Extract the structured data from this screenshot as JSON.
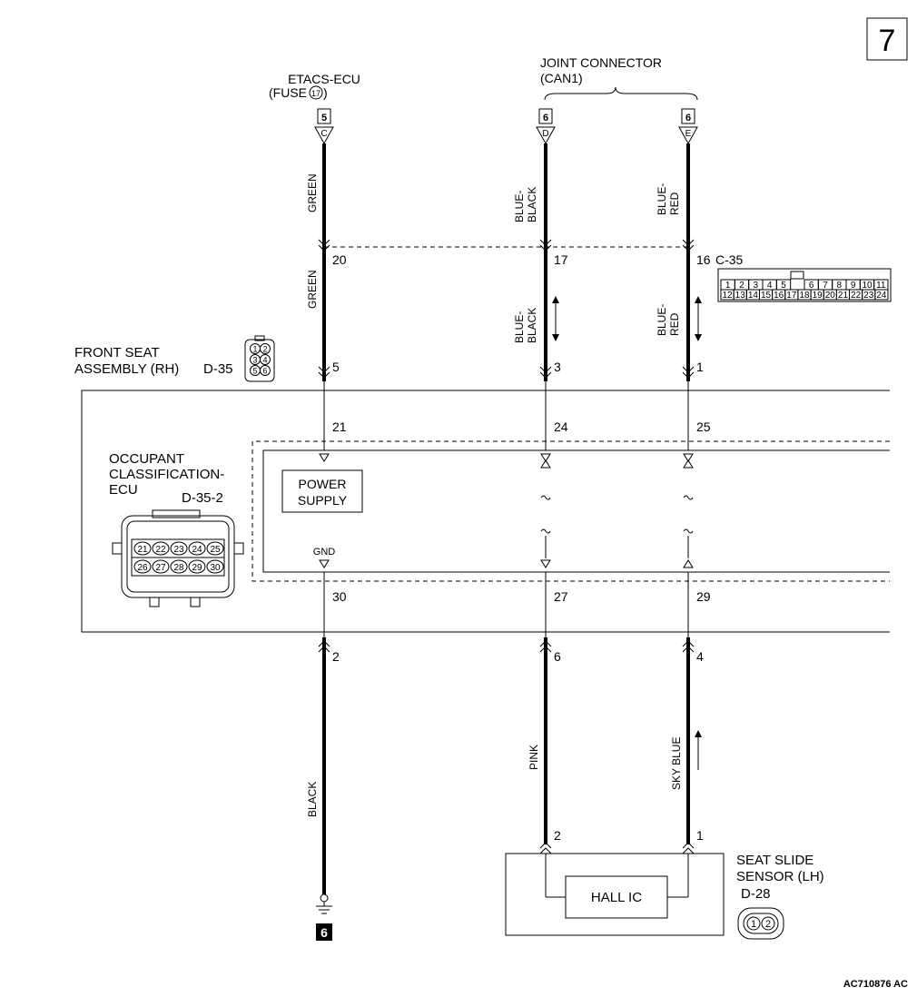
{
  "page_number": "7",
  "etacs": {
    "title": "ETACS-ECU",
    "fuse_label": "(FUSE",
    "fuse_close": ")",
    "fuse_number": "17",
    "connector_no": "5",
    "terminal": "C"
  },
  "joint": {
    "title": "JOINT CONNECTOR",
    "subtitle": "(CAN1)",
    "connector_d_no": "6",
    "terminal_d": "D",
    "connector_e_no": "6",
    "terminal_e": "E"
  },
  "wires": {
    "green": "GREEN",
    "blue_black_1": "BLUE-",
    "blue_black_2": "BLACK",
    "blue_red_1": "BLUE-",
    "blue_red_2": "RED",
    "black": "BLACK",
    "pink": "PINK",
    "sky_blue": "SKY BLUE"
  },
  "pins": {
    "c35_green": "20",
    "c35_bb": "17",
    "c35_br": "16",
    "d35_green": "5",
    "d35_bb": "3",
    "d35_br": "1",
    "ecu_21": "21",
    "ecu_24": "24",
    "ecu_25": "25",
    "ecu_30": "30",
    "ecu_27": "27",
    "ecu_29": "29",
    "d35_black": "2",
    "d35_pink": "6",
    "d35_sky": "4",
    "d28_pink": "2",
    "d28_sky": "1"
  },
  "c35": {
    "label": "C-35",
    "row1": [
      "1",
      "2",
      "3",
      "4",
      "5",
      "",
      "6",
      "7",
      "8",
      "9",
      "10",
      "11"
    ],
    "row2": [
      "12",
      "13",
      "14",
      "15",
      "16",
      "17",
      "18",
      "19",
      "20",
      "21",
      "22",
      "23",
      "24"
    ]
  },
  "front_seat": {
    "line1": "FRONT SEAT",
    "line2": "ASSEMBLY (RH)",
    "connector": "D-35",
    "pins": [
      "1",
      "2",
      "3",
      "4",
      "5",
      "6"
    ]
  },
  "occupant_ecu": {
    "line1": "OCCUPANT",
    "line2": "CLASSIFICATION-",
    "line3": "ECU",
    "connector": "D-35-2",
    "row1": [
      "21",
      "22",
      "23",
      "24",
      "25"
    ],
    "row2": [
      "26",
      "27",
      "28",
      "29",
      "30"
    ]
  },
  "power_supply": {
    "line1": "POWER",
    "line2": "SUPPLY"
  },
  "gnd_label": "GND",
  "ground_ref": "6",
  "seat_sensor": {
    "line1": "SEAT SLIDE",
    "line2": "SENSOR (LH)",
    "connector": "D-28",
    "pins": [
      "1",
      "2"
    ],
    "hall_ic": "HALL IC"
  },
  "figure_code": "AC710876 AC"
}
